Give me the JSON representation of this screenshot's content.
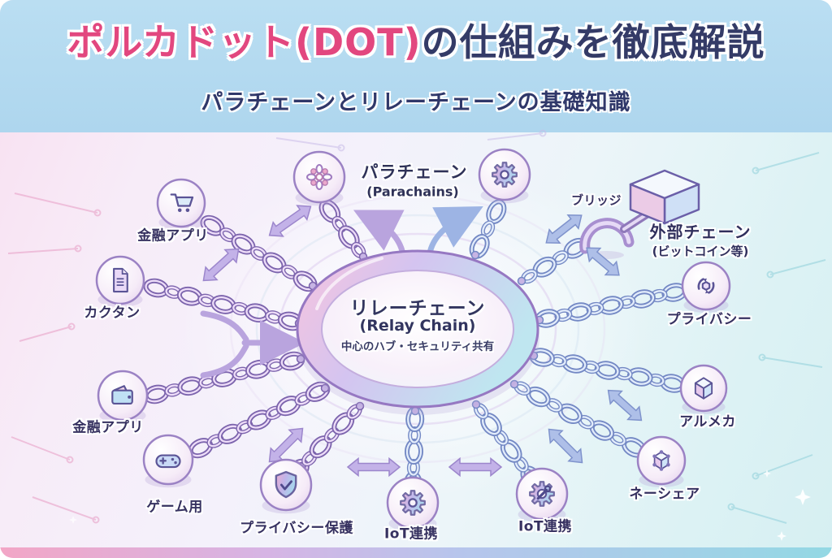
{
  "header": {
    "title_highlight": "ポルカドット(DOT)",
    "title_rest": "の仕組みを徹底解説",
    "subtitle": "パラチェーンとリレーチェーンの基礎知識"
  },
  "diagram": {
    "center": {
      "title": "リレーチェーン",
      "subtitle": "(Relay Chain)",
      "caption": "中心のハブ・セキュリティ共有"
    },
    "parachain_label": {
      "title": "パラチェーン",
      "subtitle": "(Parachains)"
    },
    "bridge_label": "ブリッジ",
    "external_chain": {
      "title": "外部チェーン",
      "subtitle": "(ビットコイン等)"
    },
    "nodes": [
      {
        "id": "finance-app-1",
        "label": "金融アプリ",
        "icon": "cart-icon"
      },
      {
        "id": "kakutan",
        "label": "カクタン",
        "icon": "document-icon"
      },
      {
        "id": "finance-app-2",
        "label": "金融アプリ",
        "icon": "wallet-icon"
      },
      {
        "id": "gaming",
        "label": "ゲーム用",
        "icon": "gamepad-icon"
      },
      {
        "id": "privacy-protection",
        "label": "プライバシー保護",
        "icon": "shield-check-icon"
      },
      {
        "id": "iot-1",
        "label": "IoT連携",
        "icon": "gear-icon"
      },
      {
        "id": "iot-2",
        "label": "IoT連携",
        "icon": "gear-wrench-icon"
      },
      {
        "id": "neshare",
        "label": "ネーシェア",
        "icon": "cube-network-icon"
      },
      {
        "id": "arumeka",
        "label": "アルメカ",
        "icon": "cube-icon"
      },
      {
        "id": "privacy",
        "label": "プライバシー",
        "icon": "refresh-hexagon-icon"
      },
      {
        "id": "parachain-flower",
        "label": "",
        "icon": "flower-icon"
      },
      {
        "id": "parachain-gear",
        "label": "",
        "icon": "gear-icon"
      }
    ],
    "colors": {
      "accent_pink": "#e2477f",
      "title_navy": "#343b67",
      "header_band": "#b0d8f0",
      "chain_purple": "#7c64ad",
      "chain_blue": "#7388c4",
      "label_navy": "#363160",
      "ring_gradient": [
        "#f7c4de",
        "#d4c4f0",
        "#bfe6f0"
      ]
    }
  }
}
